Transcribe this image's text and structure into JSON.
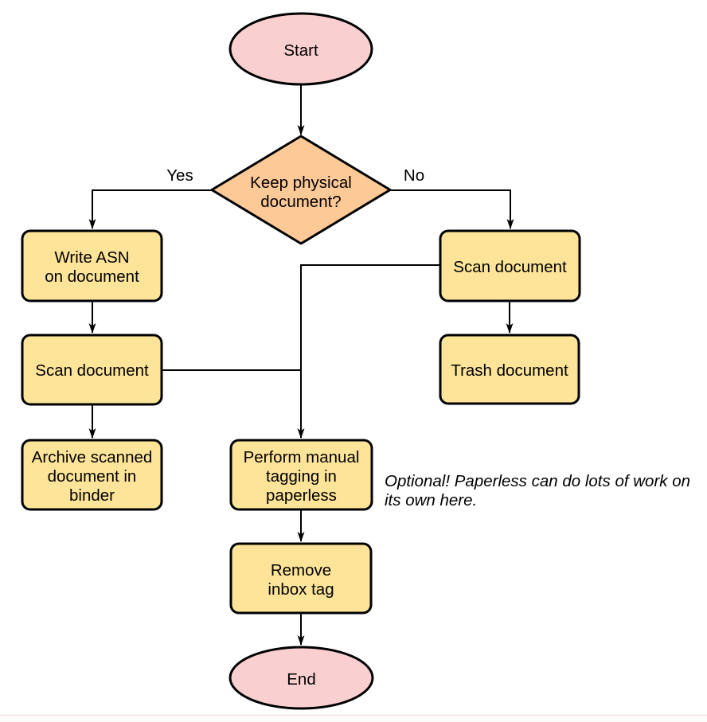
{
  "nodes": {
    "start": {
      "label": "Start"
    },
    "decision": {
      "lines": [
        "Keep physical",
        "document?"
      ]
    },
    "write_asn": {
      "lines": [
        "Write ASN",
        "on document"
      ]
    },
    "scan_left": {
      "label": "Scan document"
    },
    "archive": {
      "lines": [
        "Archive scanned",
        "document in",
        "binder"
      ]
    },
    "scan_right": {
      "label": "Scan document"
    },
    "trash": {
      "label": "Trash document"
    },
    "tagging": {
      "lines": [
        "Perform manual",
        "tagging in",
        "paperless"
      ]
    },
    "remove_inbox": {
      "lines": [
        "Remove",
        "inbox tag"
      ]
    },
    "end": {
      "label": "End"
    }
  },
  "edge_labels": {
    "yes": "Yes",
    "no": "No"
  },
  "annotation": {
    "lines": [
      "Optional! Paperless can do lots of work on",
      "its own here."
    ]
  },
  "colors": {
    "terminator_fill": "#f9cfd0",
    "decision_fill": "#fdc997",
    "process_fill": "#fde498",
    "stroke": "#000000"
  }
}
